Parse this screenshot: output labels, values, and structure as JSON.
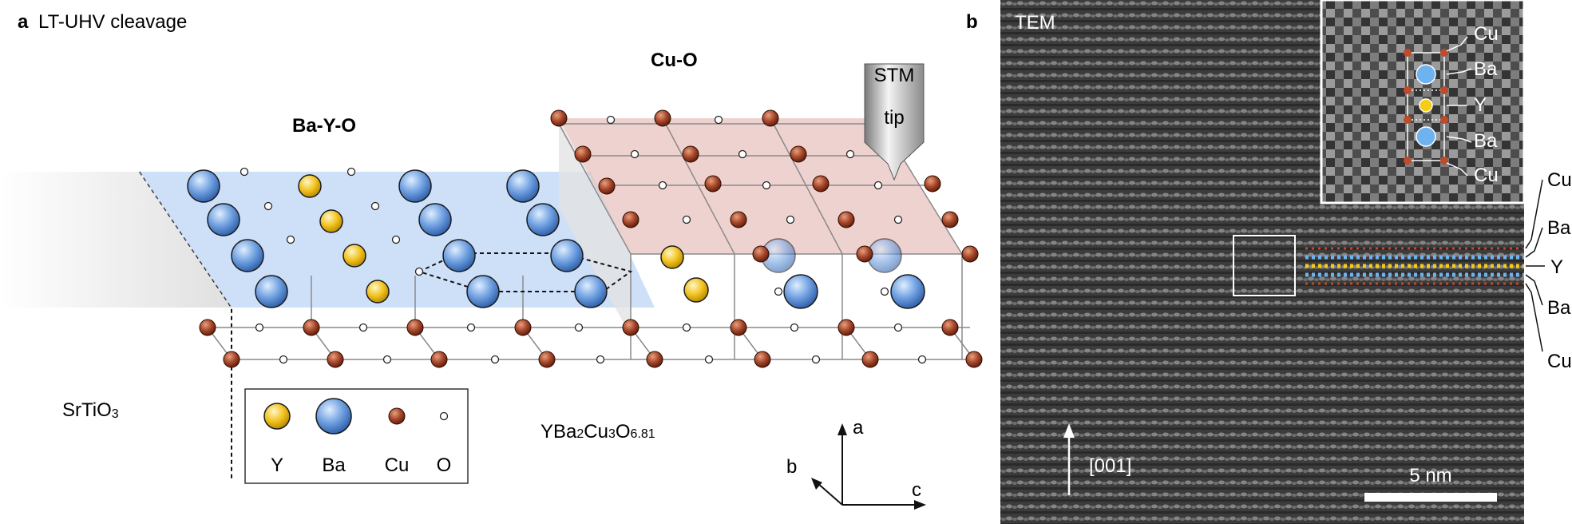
{
  "panel_a": {
    "letter": "a",
    "title": "LT-UHV cleavage",
    "layer_bayo": "Ba-Y-O",
    "layer_cuo": "Cu-O",
    "tip_label_1": "STM",
    "tip_label_2": "tip",
    "substrate_label": "SrTiO",
    "substrate_sub": "3",
    "compound": {
      "y": "Y",
      "ba": "Ba",
      "ba_sub": "2",
      "cu": "Cu",
      "cu_sub": "3",
      "o": "O",
      "o_sub": "6.81"
    },
    "legend": {
      "y": "Y",
      "ba": "Ba",
      "cu": "Cu",
      "o": "O"
    },
    "axes": {
      "a": "a",
      "b": "b",
      "c": "c"
    },
    "colors": {
      "y_atom": "#f2c320",
      "ba_atom": "#5b8fd6",
      "cu_atom": "#9c3a1e",
      "o_atom": "#ffffff",
      "bayo_plane": "#c7dcf7",
      "cuo_plane": "#ecc9c4"
    }
  },
  "panel_b": {
    "letter": "b",
    "title": "TEM",
    "direction": "[001]",
    "scalebar": "5 nm",
    "inset_labels": [
      "Cu",
      "Ba",
      "Y",
      "Ba",
      "Cu"
    ],
    "side_labels": [
      "Cu",
      "Ba",
      "Y",
      "Ba",
      "Cu"
    ],
    "colors": {
      "ba_marker": "#6fb2f0",
      "y_marker": "#f5cc16",
      "cu_marker": "#c04a2a"
    }
  }
}
